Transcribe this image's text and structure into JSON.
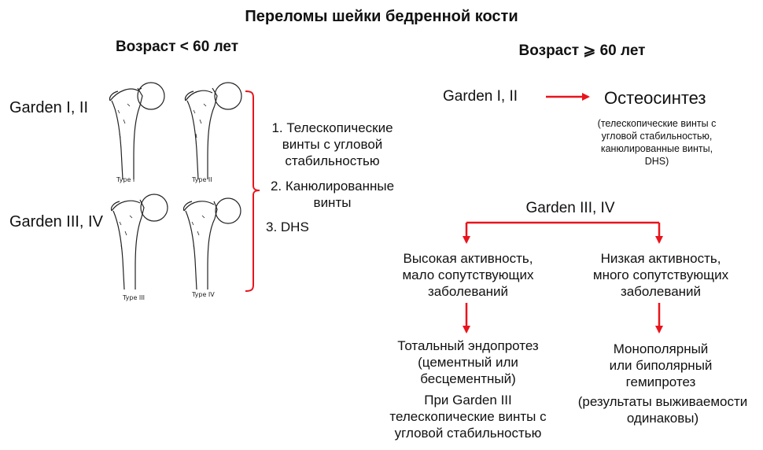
{
  "title": "Переломы шейки бедренной кости",
  "left": {
    "header": "Возраст < 60 лет",
    "garden_1_2": "Garden I, II",
    "garden_3_4": "Garden III, IV",
    "figure_labels": [
      "Type I",
      "Type II",
      "Type III",
      "Type IV"
    ],
    "options": [
      {
        "line1": "1. Телескопические",
        "line2": "винты с угловой",
        "line3": "стабильностью"
      },
      {
        "line1": "2. Канюлированные",
        "line2": "винты"
      },
      {
        "line1": "3. DHS"
      }
    ]
  },
  "right": {
    "header": "Возраст ⩾ 60 лет",
    "garden_1_2": "Garden I, II",
    "osteosynthesis": "Остеосинтез",
    "osteo_note": [
      "(телескопические винты с",
      "угловой стабильностью,",
      "канюлированные винты,",
      "DHS)"
    ],
    "garden_3_4": "Garden III, IV",
    "high": [
      "Высокая активность,",
      "мало сопутствующих",
      "заболеваний"
    ],
    "low": [
      "Низкая активность,",
      "много сопутствующих",
      "заболеваний"
    ],
    "total": [
      "Тотальный эндопротез",
      "(цементный или",
      "бесцементный)"
    ],
    "total_note": [
      "При Garden III",
      "телескопические винты с",
      "угловой стабильностью"
    ],
    "mono": [
      "Монополярный",
      "или биполярный",
      "гемипротез"
    ],
    "mono_note": [
      "(результаты выживаемости",
      "одинаковы)"
    ]
  },
  "colors": {
    "arrow": "#e8141c",
    "bracket": "#e8141c",
    "text": "#111111"
  }
}
